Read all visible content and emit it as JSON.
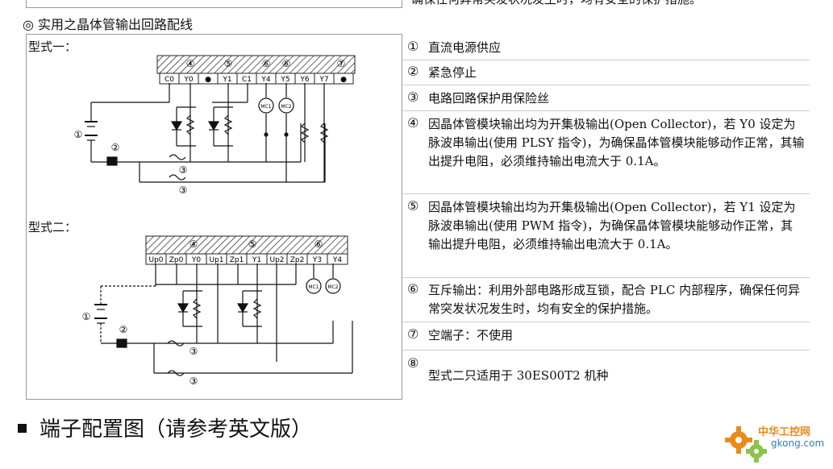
{
  "top": {
    "right_fragment": "确保任何异常突发状况发生时，均有安全的保护措施。"
  },
  "section_title": "◎  实用之晶体管输出回路配线",
  "type1": {
    "label": "型式一：",
    "terminals": [
      "C0",
      "Y0",
      "●",
      "Y1",
      "C1",
      "Y4",
      "Y5",
      "Y6",
      "Y7",
      "●"
    ],
    "callouts": [
      "④",
      "⑤",
      "⑥",
      "⑥",
      "⑦",
      "①",
      "②",
      "③",
      "③"
    ],
    "relay_labels": [
      "MC1",
      "MC2"
    ]
  },
  "type2": {
    "label": "型式二：",
    "terminals": [
      "Up0",
      "Zp0",
      "Y0",
      "Up1",
      "Zp1",
      "Y1",
      "Up2",
      "Zp2",
      "Y3",
      "Y4"
    ],
    "callouts": [
      "④",
      "⑤",
      "⑥",
      "①",
      "②",
      "③",
      "③"
    ],
    "relay_labels": [
      "MC1",
      "MC2"
    ]
  },
  "notes": [
    {
      "num": "①",
      "text": "直流电源供应"
    },
    {
      "num": "②",
      "text": "紧急停止"
    },
    {
      "num": "③",
      "text": "电路回路保护用保险丝"
    },
    {
      "num": "④",
      "text": "因晶体管模块输出均为开集极输出(Open Collector)，若 Y0 设定为脉波串输出(使用 PLSY 指令)，为确保晶体管模块能够动作正常，其输出提升电阻，必须维持输出电流大于 0.1A。"
    },
    {
      "num": "⑤",
      "text": "因晶体管模块输出均为开集极输出(Open Collector)，若 Y1 设定为脉波串输出(使用 PWM 指令)，为确保晶体管模块能够动作正常，其输出提升电阻，必须维持输出电流大于 0.1A。"
    },
    {
      "num": "⑥",
      "text": "互斥输出：利用外部电路形成互锁，配合 PLC 内部程序，确保任何异常突发状况发生时，均有安全的保护措施。"
    },
    {
      "num": "⑦",
      "text": "空端子：不使用"
    },
    {
      "num": "⑧",
      "text": "型式二只适用于 30ES00T2 机种"
    }
  ],
  "bottom_title": "端子配置图（请参考英文版）",
  "logo": {
    "line1": "中华工控网",
    "line2": "gkong.com"
  }
}
